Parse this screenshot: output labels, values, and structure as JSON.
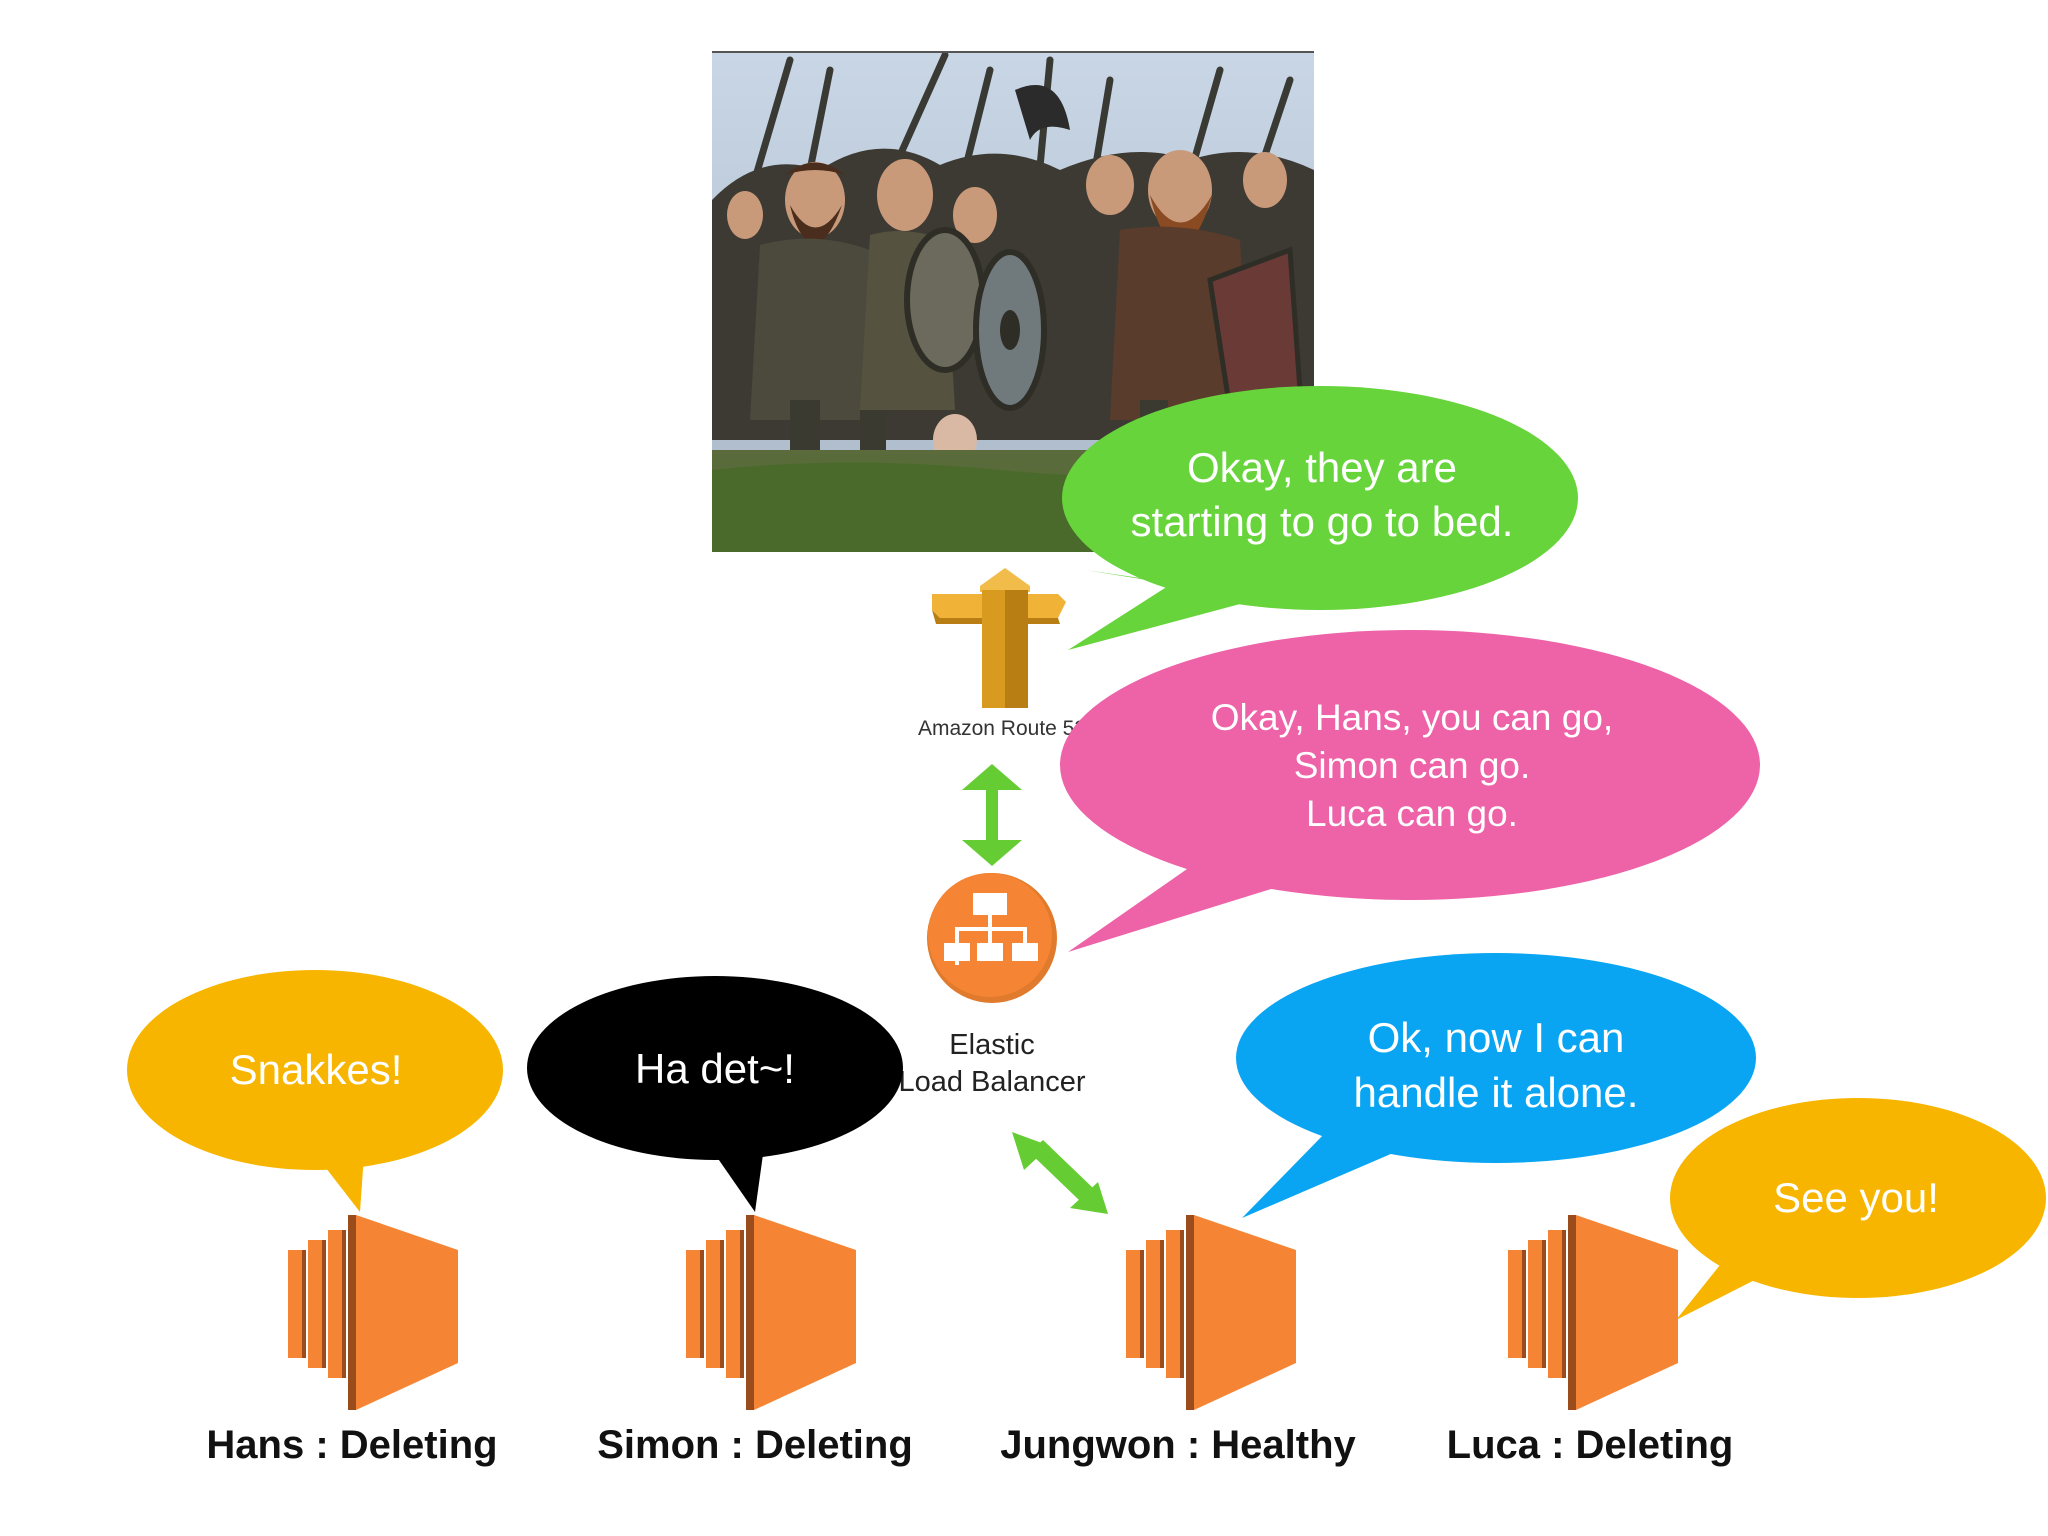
{
  "image": {
    "kind": "battle-crowd-photo"
  },
  "route53": {
    "label": "Amazon Route 53",
    "icon": "route53-signpost-icon",
    "color": "#E8A526"
  },
  "load_balancer": {
    "line1": "Elastic",
    "line2": "Load Balancer",
    "icon": "load-balancer-icon",
    "color": "#F58534"
  },
  "colors": {
    "arrow": "#66CC33",
    "bubble_green": "#66D43A",
    "bubble_pink": "#EE62A8",
    "bubble_blue": "#0AA5F2",
    "bubble_yellow": "#F7B500",
    "bubble_black": "#000000",
    "ec2_orange": "#F58534",
    "ec2_dark": "#9B4C1C"
  },
  "bubbles": {
    "green": {
      "line1": "Okay, they are",
      "line2": "starting to go to bed."
    },
    "pink": {
      "line1": "Okay, Hans, you can go,",
      "line2": "Simon can go.",
      "line3": "Luca can go."
    },
    "blue": {
      "line1": "Ok, now I can",
      "line2": "handle it alone."
    },
    "hans": {
      "text": "Snakkes!"
    },
    "simon": {
      "text": "Ha det~!"
    },
    "luca": {
      "text": "See you!"
    }
  },
  "instances": [
    {
      "label": "Hans : Deleting",
      "icon": "ec2-instance-icon"
    },
    {
      "label": "Simon : Deleting",
      "icon": "ec2-instance-icon"
    },
    {
      "label": "Jungwon : Healthy",
      "icon": "ec2-instance-icon"
    },
    {
      "label": "Luca : Deleting",
      "icon": "ec2-instance-icon"
    }
  ]
}
